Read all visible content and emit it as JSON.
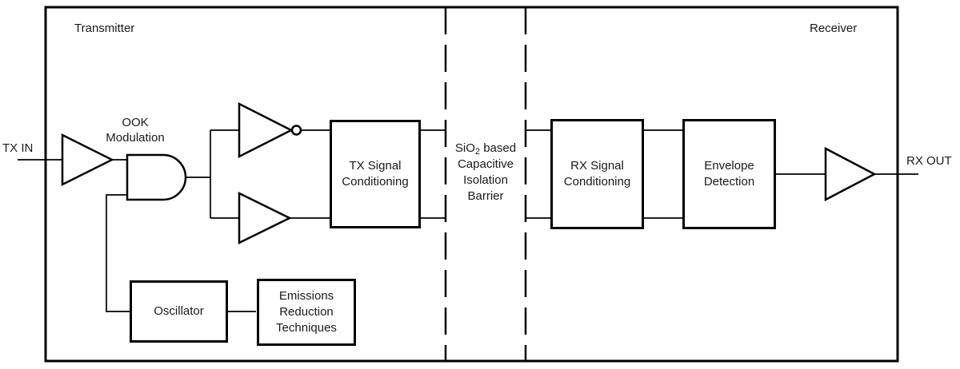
{
  "labels": {
    "transmitter": "Transmitter",
    "receiver": "Receiver",
    "tx_in": "TX IN",
    "rx_out": "RX OUT",
    "ook_line1": "OOK",
    "ook_line2": "Modulation"
  },
  "blocks": {
    "tx_signal": {
      "line1": "TX Signal",
      "line2": "Conditioning"
    },
    "rx_signal": {
      "line1": "RX Signal",
      "line2": "Conditioning"
    },
    "envelope": {
      "line1": "Envelope",
      "line2": "Detection"
    },
    "oscillator": {
      "label": "Oscillator"
    },
    "emissions": {
      "line1": "Emissions",
      "line2": "Reduction",
      "line3": "Techniques"
    }
  },
  "barrier": {
    "formula_base": "SiO",
    "formula_subscript": "2",
    "line1_rest": " based",
    "line2": "Capacitive",
    "line3": "Isolation",
    "line4": "Barrier"
  },
  "icons": {
    "input_buffer": "buffer-triangle",
    "and_gate": "and-gate",
    "inverter": "inverter-triangle-with-bubble",
    "buffer": "buffer-triangle",
    "output_buffer": "buffer-triangle"
  },
  "colors": {
    "stroke": "#000000",
    "text": "#1a1a1a",
    "background": "#ffffff"
  }
}
